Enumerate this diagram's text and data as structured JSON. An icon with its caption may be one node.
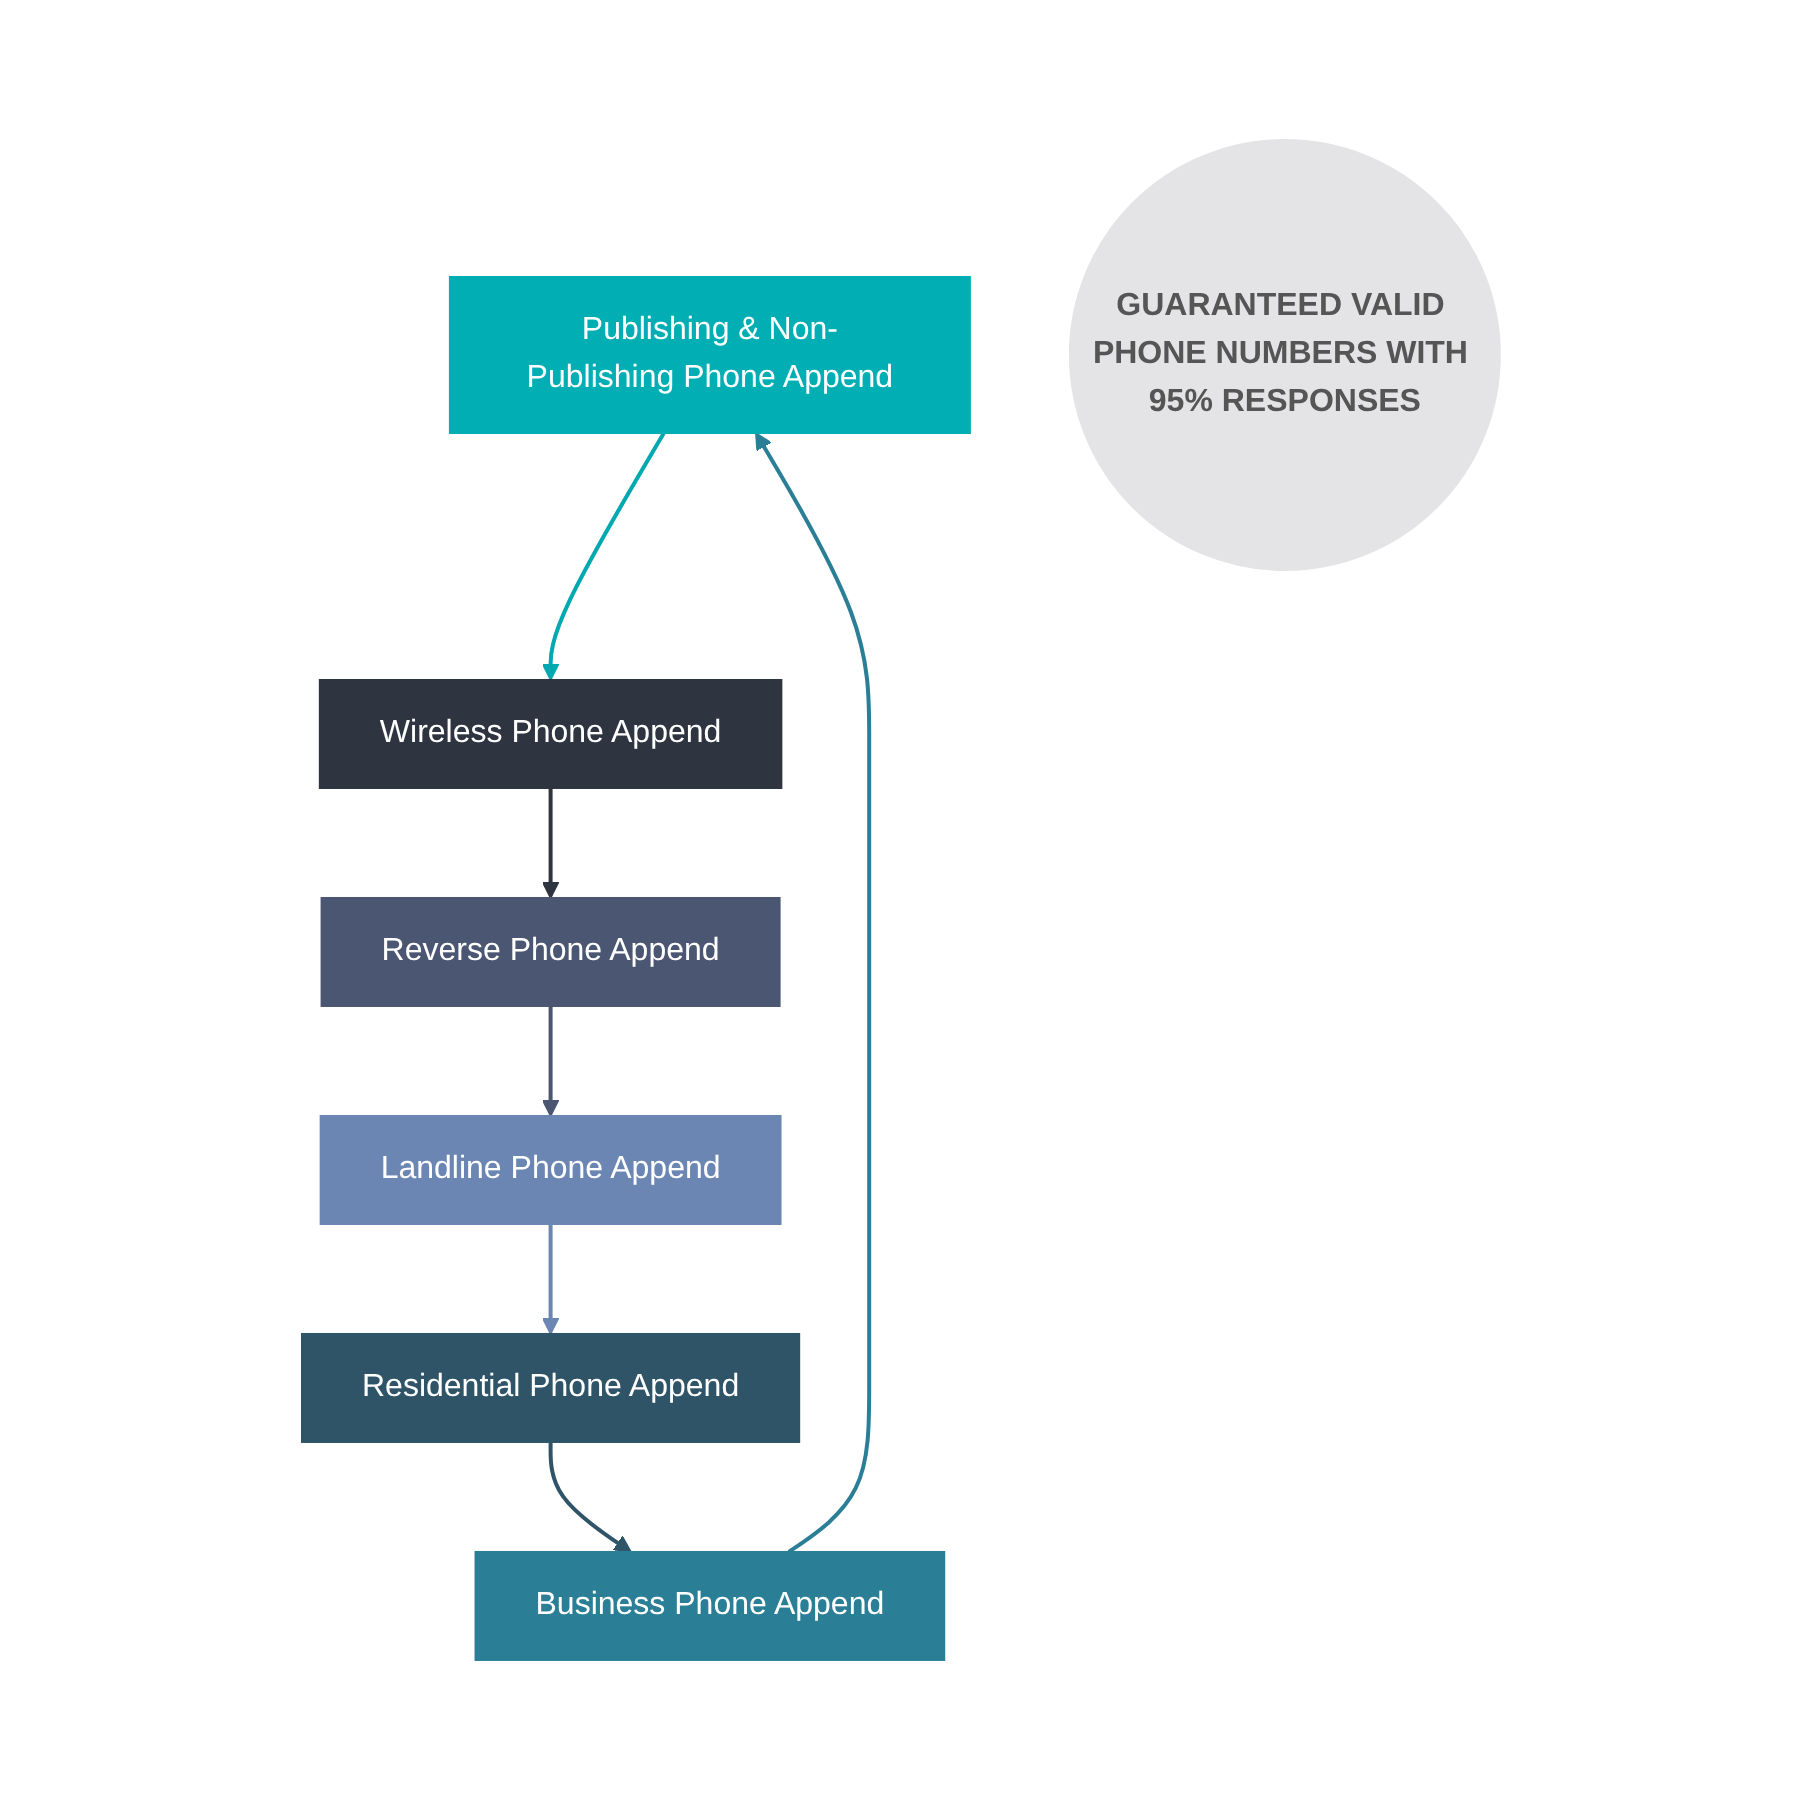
{
  "diagram": {
    "nodes": [
      {
        "text": [
          "Publishing & Non-Publishing Phone Append"
        ]
      },
      {
        "text": [
          "Business Phone Append"
        ]
      },
      {
        "text": [
          "Wireless Phone Append"
        ]
      },
      {
        "text": [
          "GUARANTEED VALID PHONE NUMBERS WITH 95% RESPONSES"
        ]
      },
      {
        "text": [
          "Residential Phone Append"
        ]
      },
      {
        "text": [
          "Reverse Phone Append"
        ]
      },
      {
        "text": [
          "Landline Phone Append"
        ]
      }
    ],
    "edges": [
      {
        "from": 1,
        "to": 0,
        "arrow": "to",
        "color": "#2a7f96"
      },
      {
        "from": 0,
        "to": 2,
        "arrow": "to",
        "color": "#00a8b0"
      },
      {
        "from": 2,
        "to": 5,
        "arrow": "to",
        "color": "#2e3440"
      },
      {
        "from": 5,
        "to": 6,
        "arrow": "to",
        "color": "#4a5672"
      },
      {
        "from": 6,
        "to": 4,
        "arrow": "to",
        "color": "#6b86b3"
      },
      {
        "from": 4,
        "to": 1,
        "arrow": "to",
        "color": "#2f5468"
      }
    ]
  }
}
